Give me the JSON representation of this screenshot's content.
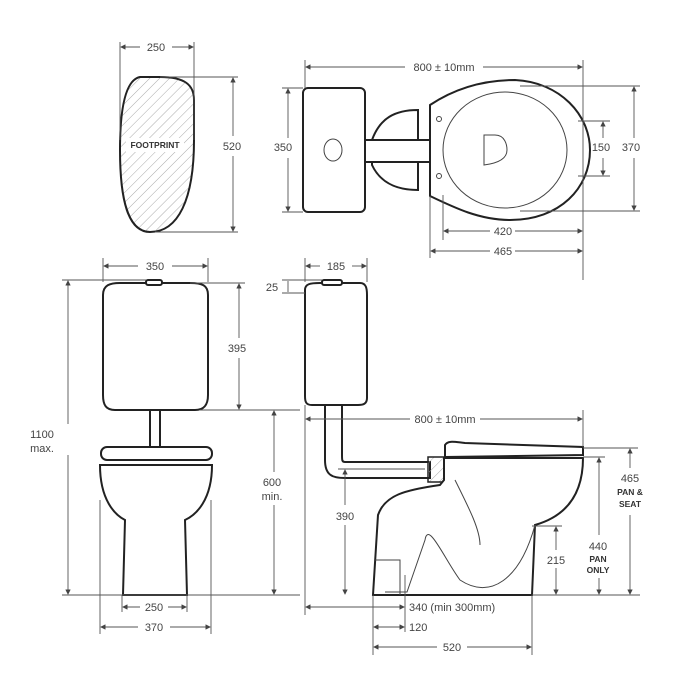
{
  "footprint": {
    "label": "FOOTPRINT",
    "width": "250",
    "depth": "520"
  },
  "plan": {
    "length": "800 ± 10mm",
    "cistern_depth": "350",
    "bowl_inner": "150",
    "bowl_width": "370",
    "seat_420": "420",
    "pan_465": "465"
  },
  "front": {
    "cistern_width": "350",
    "cistern_height": "395",
    "overall_height": "1100",
    "overall_height_note": "max.",
    "base_width": "250",
    "pan_width": "370"
  },
  "side": {
    "cistern_depth": "185",
    "button_height": "25",
    "length": "800 ± 10mm",
    "cistern_bottom": "600",
    "cistern_bottom_note": "min.",
    "inlet_height": "390",
    "outlet_height": "215",
    "pan_height": "440",
    "pan_height_note1": "PAN",
    "pan_height_note2": "ONLY",
    "seat_height": "465",
    "seat_height_note1": "PAN &",
    "seat_height_note2": "SEAT",
    "setout": "340 (min 300mm)",
    "outlet_setout": "120",
    "pan_length": "520"
  }
}
